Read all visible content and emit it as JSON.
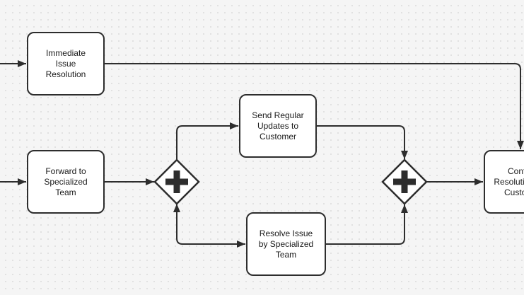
{
  "diagram": {
    "type": "bpmn-flowchart",
    "colors": {
      "background": "#f5f5f5",
      "grid_dot": "#e0e0e0",
      "stroke": "#2d2d2d",
      "node_fill": "#ffffff",
      "text": "#1a1a1a"
    },
    "nodes": {
      "immediate": {
        "label": "Immediate\nIssue\nResolution"
      },
      "forward": {
        "label": "Forward to\nSpecialized\nTeam"
      },
      "updates": {
        "label": "Send Regular\nUpdates to\nCustomer"
      },
      "resolve": {
        "label": "Resolve Issue\nby Specialized\nTeam"
      },
      "confirm": {
        "label": "Confirm\nResolution with\nCustomer"
      },
      "gateway_left": {
        "type": "parallel-gateway"
      },
      "gateway_right": {
        "type": "parallel-gateway"
      }
    }
  }
}
